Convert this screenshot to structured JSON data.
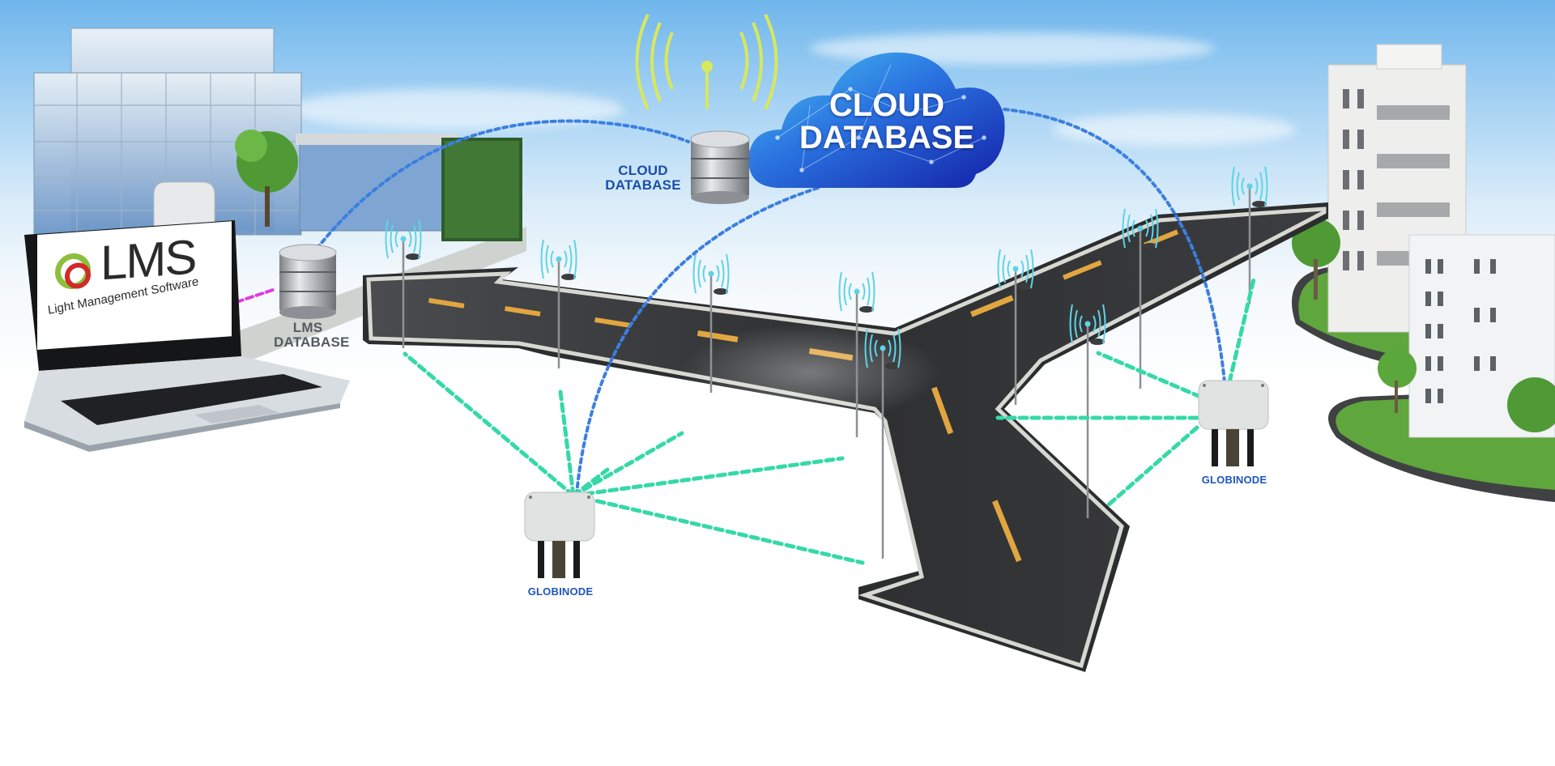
{
  "diagram": {
    "title": "LMS street-light network diagram",
    "colors": {
      "cloud_link": "#3b7fe0",
      "node_link": "#35d9a8",
      "db_link": "#e23be0",
      "label_blue": "#1a4fa6",
      "label_grey": "#555a60",
      "signal_cyan": "#5fd3e6",
      "antenna_yellow": "#d8e85a",
      "road": "#3a3b3d",
      "road_dash": "#e2a640"
    },
    "laptop": {
      "brand": "LMS",
      "tagline": "Light Management Software",
      "logo_icon": "signal-bulb-icon"
    },
    "lms_database": {
      "line1": "LMS",
      "line2": "DATABASE",
      "icon": "database-icon"
    },
    "cloud_database_small": {
      "line1": "CLOUD",
      "line2": "DATABASE",
      "icon": "database-icon"
    },
    "cloud": {
      "line1": "CLOUD",
      "line2": "DATABASE",
      "icon": "cloud-icon"
    },
    "antenna": {
      "icon": "wireless-antenna-icon"
    },
    "nodes": [
      {
        "label": "GLOBINODE",
        "icon": "gateway-device-icon"
      },
      {
        "label": "GLOBINODE",
        "icon": "gateway-device-icon"
      }
    ],
    "street_light_count": 9,
    "buildings": [
      {
        "name": "office-building"
      },
      {
        "name": "residential-towers"
      }
    ]
  }
}
